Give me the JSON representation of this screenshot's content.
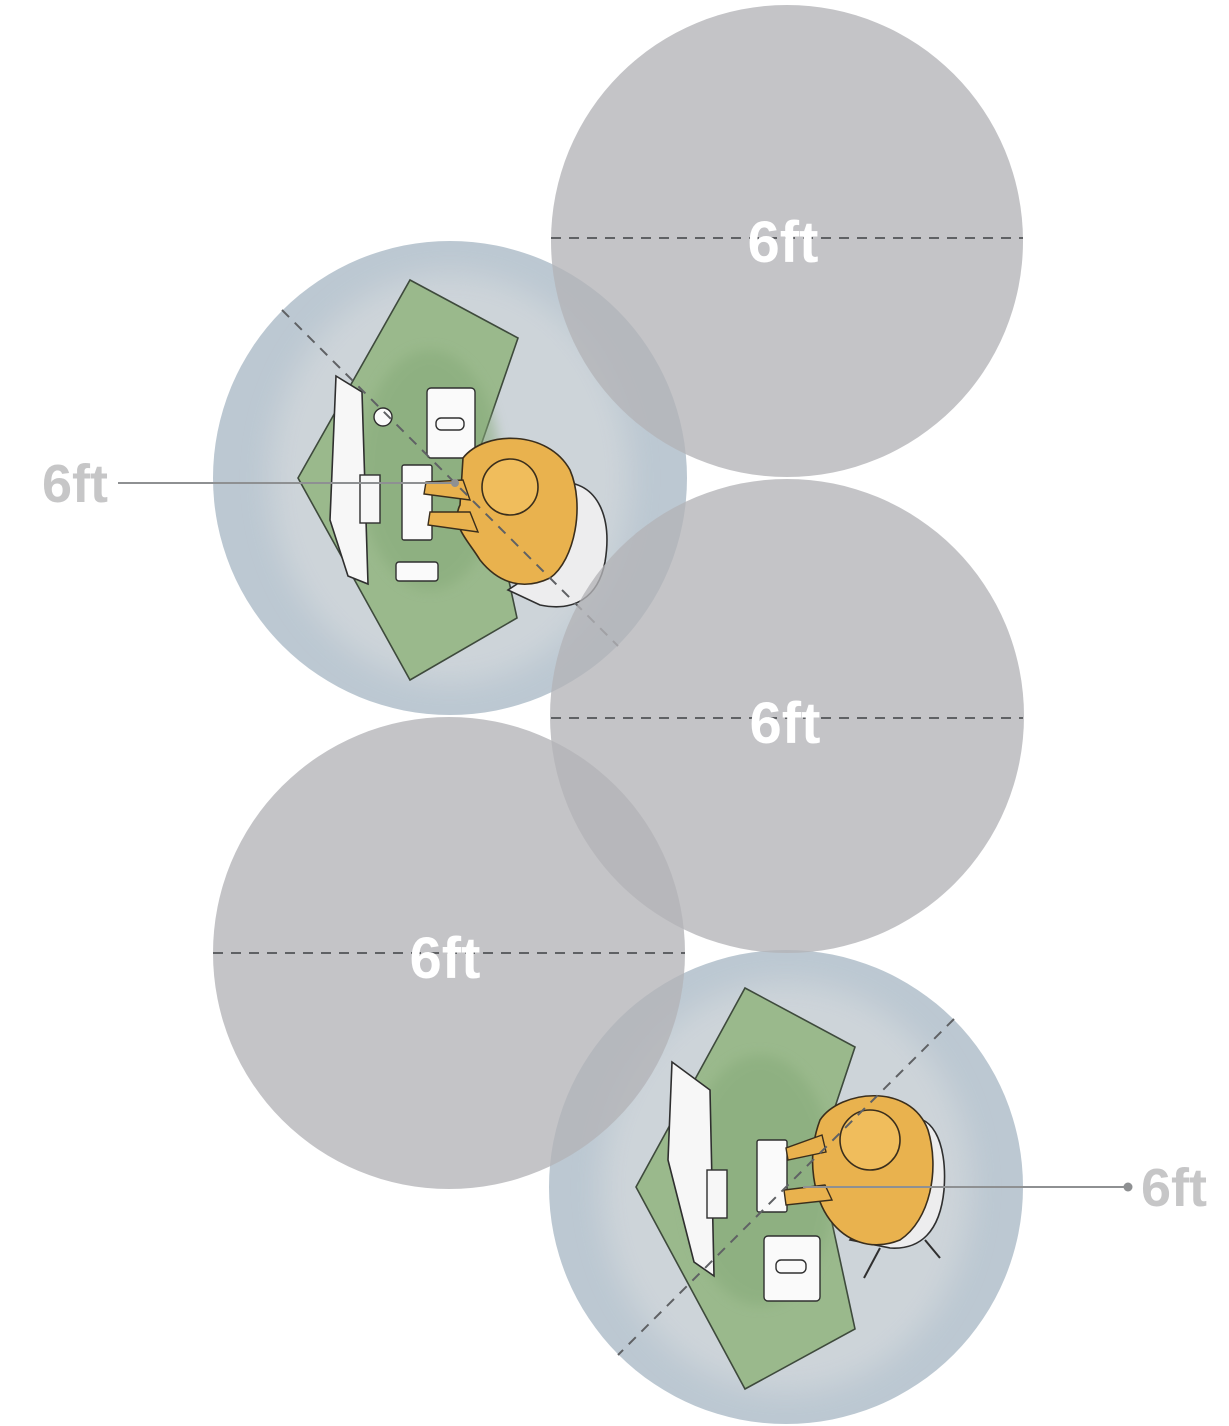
{
  "diagram": {
    "empty_zones": [
      {
        "id": "zone-top",
        "label": "6ft"
      },
      {
        "id": "zone-middle",
        "label": "6ft"
      },
      {
        "id": "zone-lower",
        "label": "6ft"
      }
    ],
    "occupied_zones": [
      {
        "id": "workstation-top",
        "callout_label": "6ft"
      },
      {
        "id": "workstation-bottom",
        "callout_label": "6ft"
      }
    ],
    "colors": {
      "empty_zone": "#c4c4c6",
      "occupied_zone": "#bcc8d2",
      "desk": "#8fb083",
      "person": "#e9b24e",
      "chair": "#ececee",
      "label_gray": "#c6c6c7",
      "dash_line": "#5f6164"
    }
  }
}
